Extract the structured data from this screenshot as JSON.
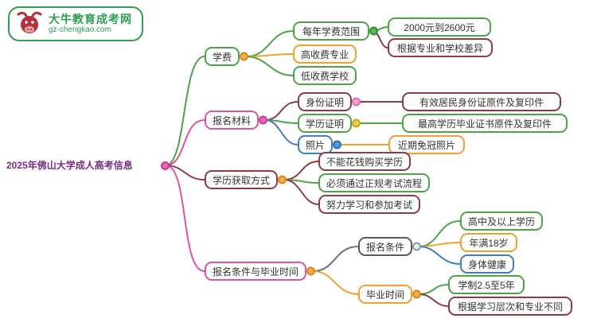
{
  "logo": {
    "title": "大牛教育成考网",
    "url": "gz-chengkao.com"
  },
  "colors": {
    "green": "#4ba446",
    "maroon": "#8e3b46",
    "orange": "#efa033",
    "magenta": "#e0539e",
    "blue": "#3e7fc1",
    "root_text": "#7b2d86",
    "logo_green": "#2e9e4f"
  },
  "mindmap": {
    "root": "2025年佛山大学成人高考信息",
    "branches": [
      {
        "label": "学费",
        "children": [
          {
            "label": "每年学费范围",
            "children": [
              {
                "label": "2000元到2600元"
              },
              {
                "label": "根据专业和学校差异"
              }
            ]
          },
          {
            "label": "高收费专业"
          },
          {
            "label": "低收费学校"
          }
        ]
      },
      {
        "label": "报名材料",
        "children": [
          {
            "label": "身份证明",
            "children": [
              {
                "label": "有效居民身份证原件及复印件"
              }
            ]
          },
          {
            "label": "学历证明",
            "children": [
              {
                "label": "最高学历毕业证书原件及复印件"
              }
            ]
          },
          {
            "label": "照片",
            "children": [
              {
                "label": "近期免冠照片"
              }
            ]
          }
        ]
      },
      {
        "label": "学历获取方式",
        "children": [
          {
            "label": "不能花钱购买学历"
          },
          {
            "label": "必须通过正规考试流程"
          },
          {
            "label": "努力学习和参加考试"
          }
        ]
      },
      {
        "label": "报名条件与毕业时间",
        "children": [
          {
            "label": "报名条件",
            "children": [
              {
                "label": "高中及以上学历"
              },
              {
                "label": "年满18岁"
              },
              {
                "label": "身体健康"
              }
            ]
          },
          {
            "label": "毕业时间",
            "children": [
              {
                "label": "学制2.5至5年"
              },
              {
                "label": "根据学习层次和专业不同"
              }
            ]
          }
        ]
      }
    ]
  }
}
